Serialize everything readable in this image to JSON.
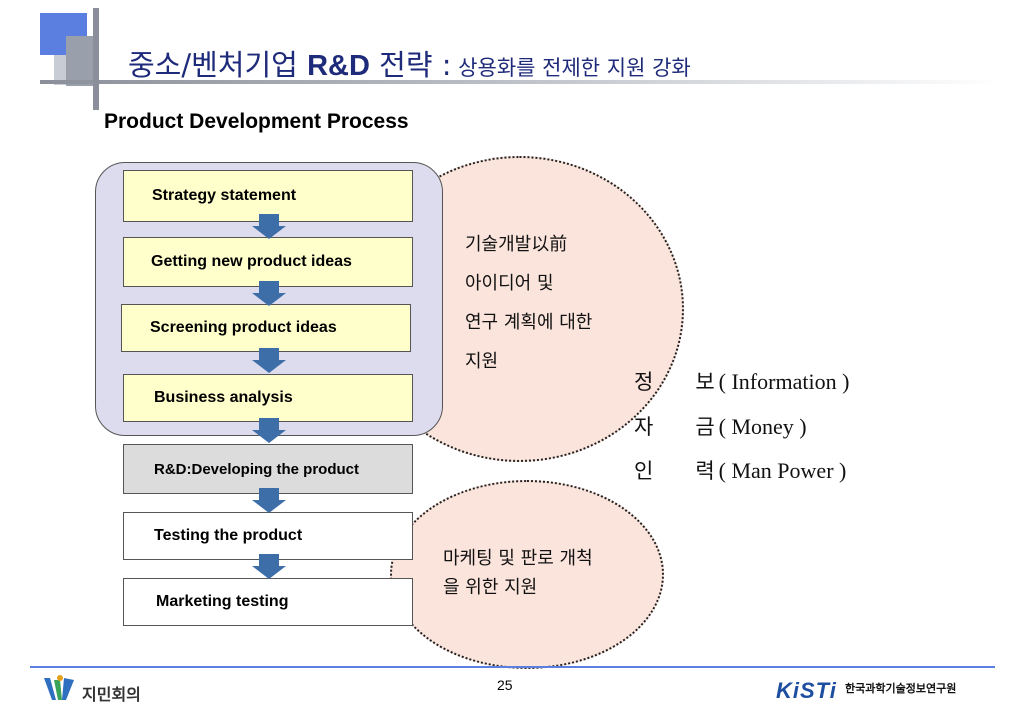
{
  "header": {
    "title_prefix": "중소/벤처기업 ",
    "title_bold": "R&D",
    "title_mid": " 전략 :",
    "title_sub": " 상용화를 전제한 지원 강화"
  },
  "subtitle": "Product Development Process",
  "process": {
    "steps": [
      "Strategy statement",
      "Getting new product ideas",
      "Screening product ideas",
      "Business analysis",
      "R&D:Developing the product",
      "Testing the product",
      "Marketing testing"
    ]
  },
  "support_before": {
    "lines": [
      "기술개발以前",
      "아이디어 및",
      "연구 계획에 대한",
      "지원"
    ]
  },
  "resources": [
    {
      "k1": "정",
      "k2": "보",
      "en": "( Information )"
    },
    {
      "k1": "자",
      "k2": "금",
      "en": "( Money )"
    },
    {
      "k1": "인",
      "k2": "력",
      "en": "( Man Power )"
    }
  ],
  "support_after": {
    "lines": [
      "마케팅 및 판로 개척",
      "을 위한 지원"
    ]
  },
  "footer": {
    "page_number": "25",
    "left_logo_text": "지민회의",
    "right_logo_brand": "KiSTi",
    "right_logo_name": "한국과학기술정보연구원"
  },
  "colors": {
    "title": "#1e2a7a",
    "arrow": "#3e6ea8",
    "step_yellow": "#ffffcc",
    "step_gray": "#dcdcdc",
    "circle_fill": "#fbe4dc",
    "group_fill": "#dcdcee"
  }
}
